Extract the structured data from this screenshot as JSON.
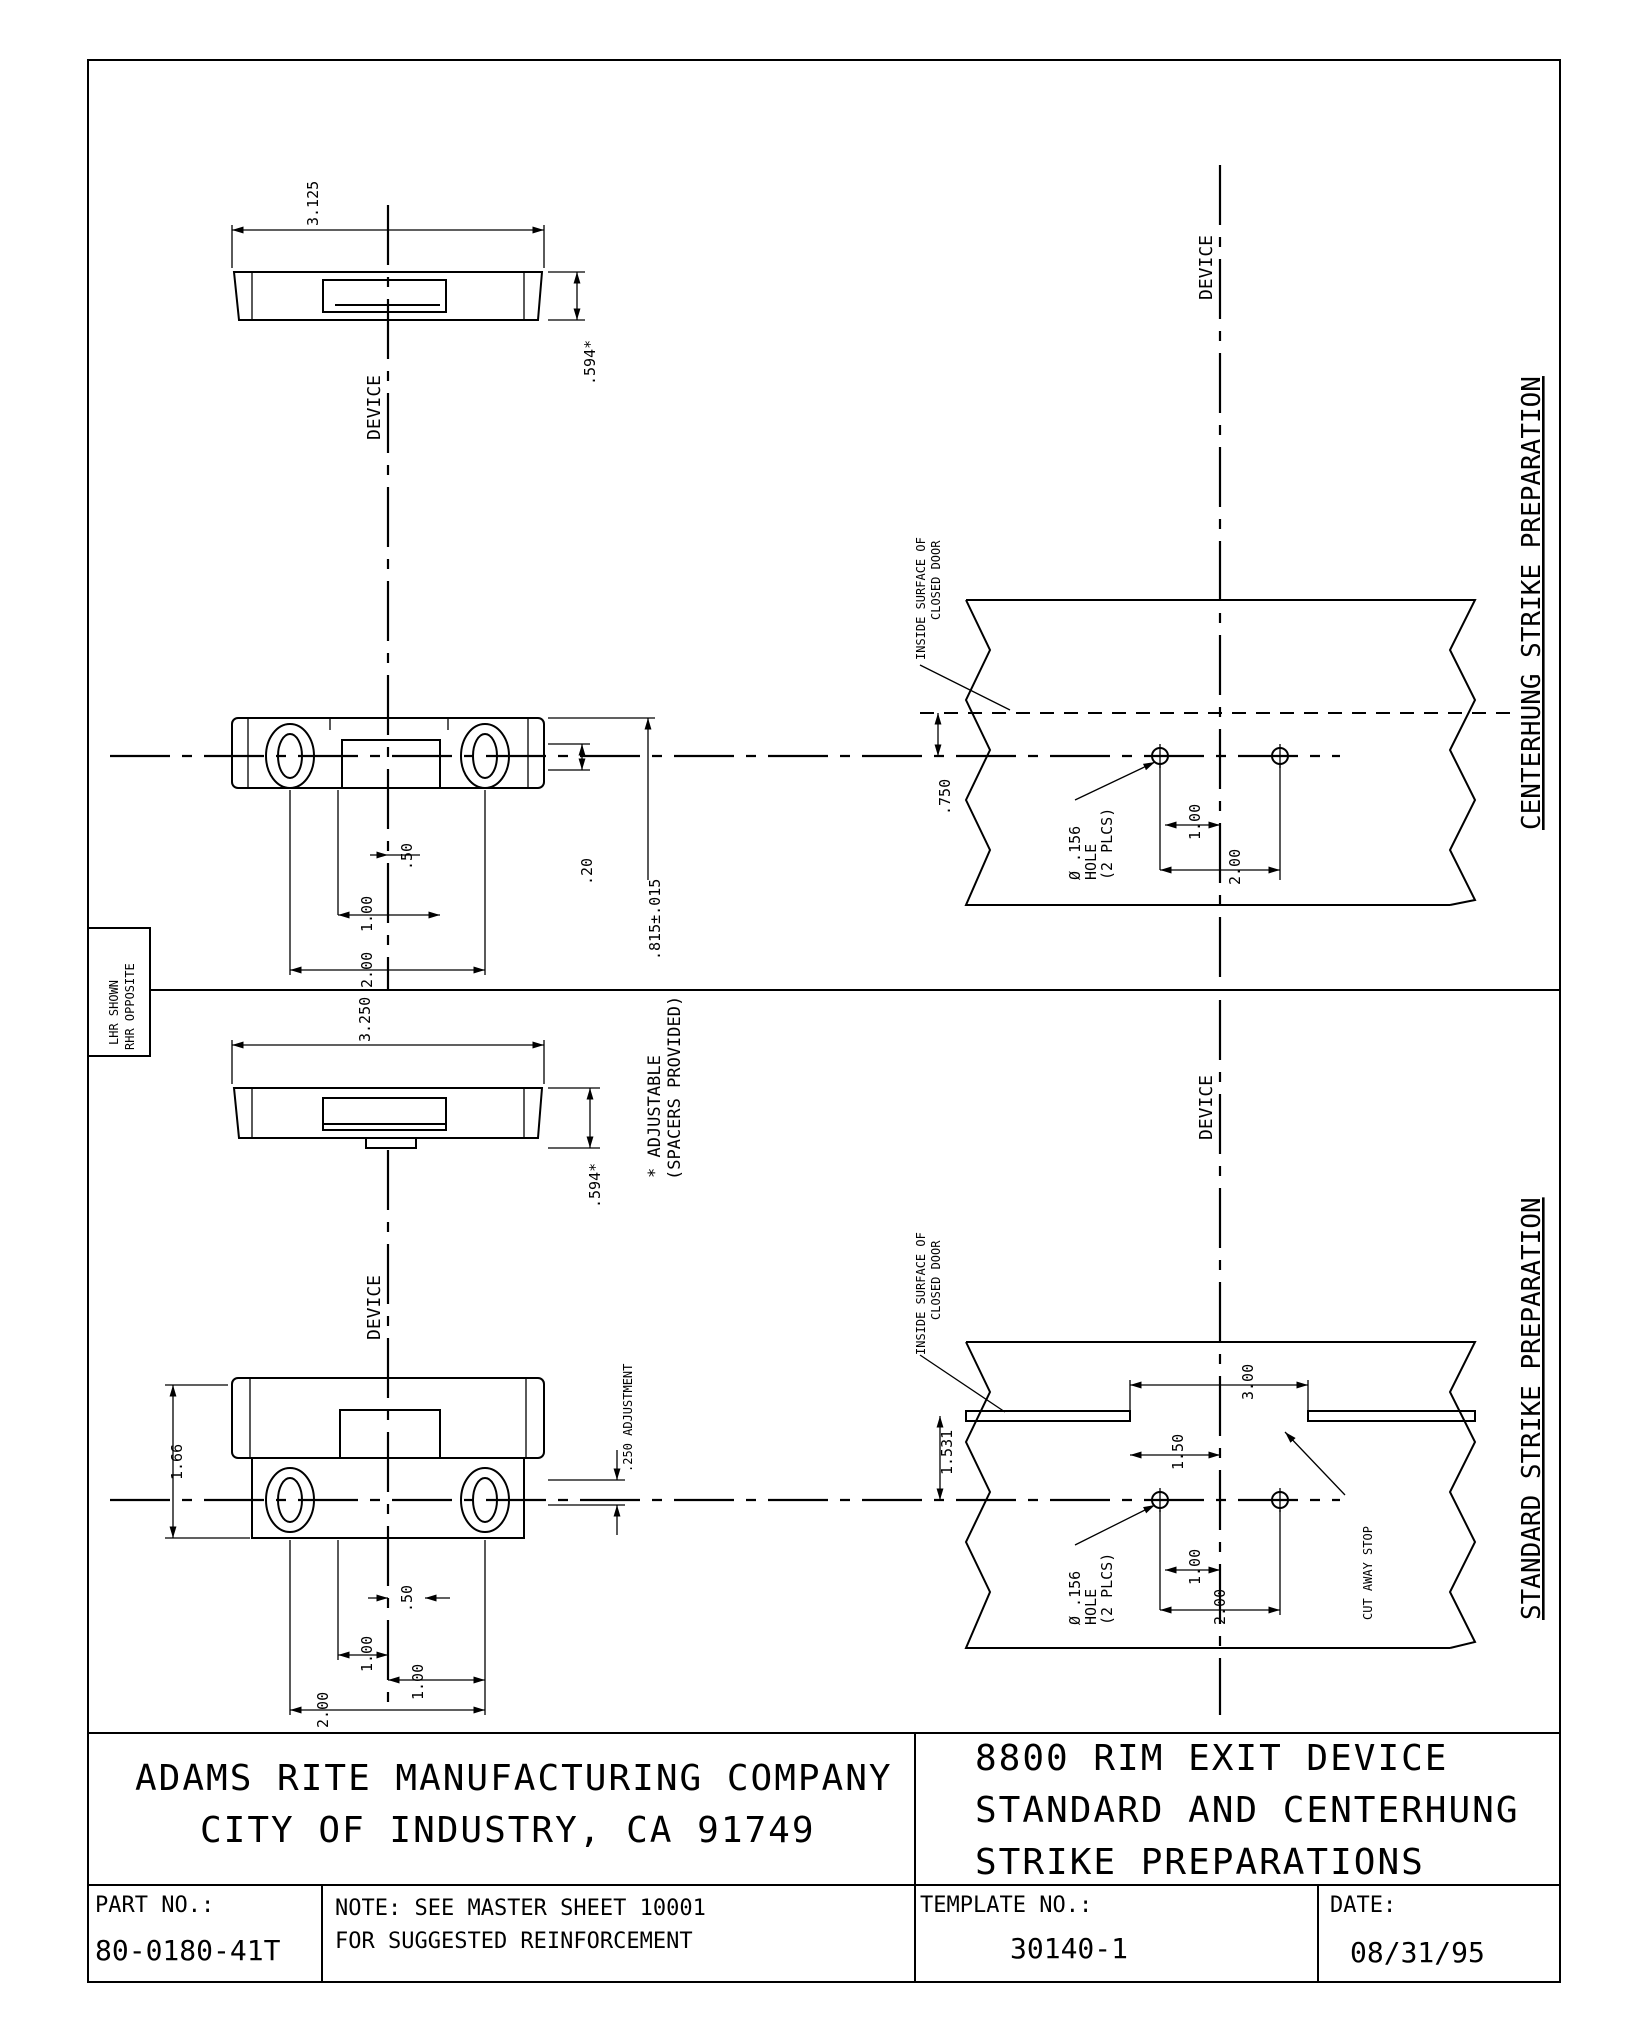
{
  "title_block": {
    "company_line1": "ADAMS RITE MANUFACTURING COMPANY",
    "company_line2": "CITY OF INDUSTRY, CA 91749",
    "product_line1": "8800 RIM EXIT DEVICE",
    "product_line2": "STANDARD AND CENTERHUNG",
    "product_line3": "STRIKE PREPARATIONS",
    "part_label": "PART NO.:",
    "part_value": "80-0180-41T",
    "note_line1": "NOTE: SEE MASTER SHEET 10001",
    "note_line2": "FOR SUGGESTED REINFORCEMENT",
    "template_label": "TEMPLATE NO.:",
    "template_value": "30140-1",
    "date_label": "DATE:",
    "date_value": "08/31/95"
  },
  "side_tag": {
    "line1": "LHR SHOWN",
    "line2": "RHR OPPOSITE"
  },
  "centerhung": {
    "section_title": "CENTERHUNG STRIKE PREPARATION",
    "device_label_left": "DEVICE",
    "device_label_right": "DEVICE",
    "dim_width": "3.125",
    "dim_depth": ".594*",
    "dim_half": ".50",
    "dim_one": "1.00",
    "dim_two": "2.00",
    "dim_twenty": ".20",
    "dim_offset": ".815±.015",
    "door_note_1": "INSIDE SURFACE OF",
    "door_note_2": "CLOSED DOOR",
    "dim_750": ".750",
    "hole_1": "Ø .156",
    "hole_2": "HOLE",
    "hole_3": "(2 PLCS)",
    "door_dim_one": "1.00",
    "door_dim_two": "2.00"
  },
  "standard": {
    "section_title": "STANDARD STRIKE PREPARATION",
    "device_label_left": "DEVICE",
    "device_label_right": "DEVICE",
    "dim_width": "3.250",
    "dim_depth": ".594*",
    "adjustable_1": "* ADJUSTABLE",
    "adjustable_2": "(SPACERS PROVIDED)",
    "adjustment": ".250 ADJUSTMENT",
    "dim_166": "1.66",
    "dim_half": ".50",
    "dim_one_a": "1.00",
    "dim_one_b": "1.00",
    "dim_two": "2.00",
    "door_note_1": "INSIDE SURFACE OF",
    "door_note_2": "CLOSED DOOR",
    "dim_1531": "1.531",
    "dim_three": "3.00",
    "dim_150": "1.50",
    "hole_1": "Ø .156",
    "hole_2": "HOLE",
    "hole_3": "(2 PLCS)",
    "door_dim_one": "1.00",
    "door_dim_two": "2.00",
    "cut_away": "CUT AWAY STOP"
  }
}
